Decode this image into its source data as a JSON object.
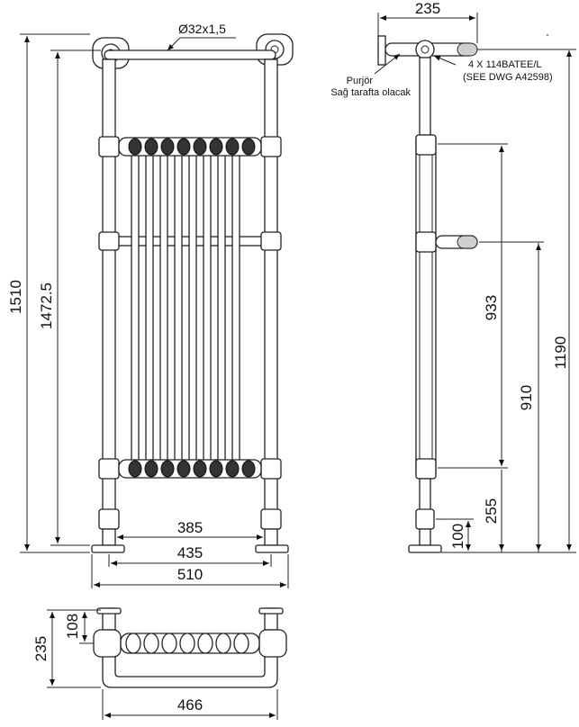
{
  "front_view": {
    "dim_height_total": "1510",
    "dim_height_rail": "1472.5",
    "dim_pipe": "Ø32x1,5",
    "dim_width_385": "385",
    "dim_width_435": "435",
    "dim_width_510": "510"
  },
  "side_view": {
    "dim_depth": "235",
    "note_purjor": "Purjör",
    "note_side": "Sağ tarafta olacak",
    "note_tee": "4 X 114BATEE/L",
    "note_dwg": "(SEE DWG A42598)",
    "dim_933": "933",
    "dim_910": "910",
    "dim_1190": "1190",
    "dim_255": "255",
    "dim_100": "100"
  },
  "top_view": {
    "dim_108": "108",
    "dim_235": "235",
    "dim_466": "466"
  }
}
